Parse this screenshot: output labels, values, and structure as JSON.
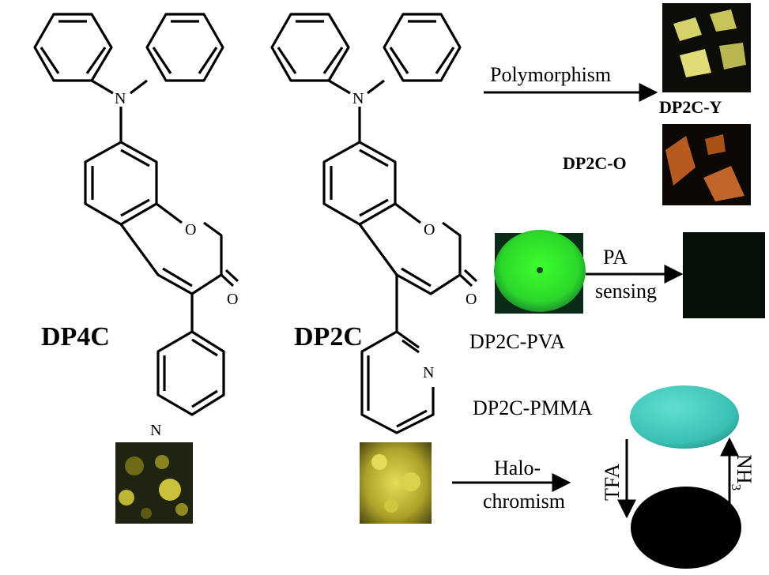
{
  "compounds": {
    "dp4c": {
      "name": "DP4C",
      "n_amine": "N",
      "o_ring": "O",
      "o_carbonyl": "O",
      "n_pyridine": "N"
    },
    "dp2c": {
      "name": "DP2C",
      "n_amine": "N",
      "o_ring": "O",
      "o_carbonyl": "O",
      "n_pyridine": "N"
    }
  },
  "polymorphism": {
    "label": "Polymorphism",
    "form_y": "DP2C-Y",
    "form_o": "DP2C-O"
  },
  "pa_sensing": {
    "line1": "PA",
    "line2": "sensing",
    "film_label": "DP2C-PVA"
  },
  "halochromism": {
    "line1": "Halo-",
    "line2": "chromism",
    "film_label": "DP2C-PMMA",
    "acid": "TFA",
    "base": "NH",
    "base_subscript": "3"
  },
  "colors": {
    "arrow": "#000000",
    "pva_glow": "#2ef02a",
    "pmma_film": "#3ec3b6",
    "crystal_yellow": "#d7d26a",
    "crystal_orange": "#b65a20",
    "powder_yellow": "#c8c02e"
  }
}
